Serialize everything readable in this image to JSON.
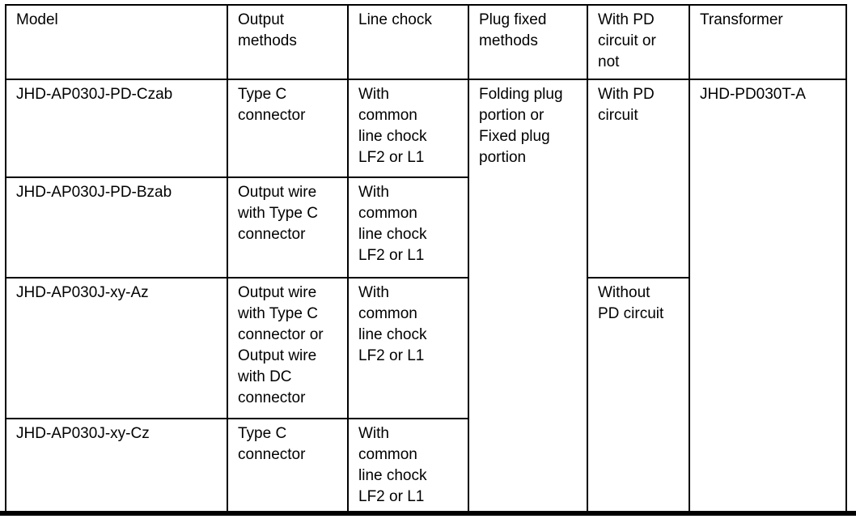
{
  "table": {
    "headers": [
      "Model",
      "Output\nmethods",
      "Line chock",
      "Plug fixed\nmethods",
      "With PD\ncircuit or\nnot",
      "Transformer"
    ],
    "rows": [
      {
        "model": "JHD-AP030J-PD-Czab",
        "output_methods": "Type C\nconnector",
        "line_chock": "With\ncommon\nline chock\nLF2 or L1"
      },
      {
        "model": "JHD-AP030J-PD-Bzab",
        "output_methods": "Output wire\nwith Type C\nconnector",
        "line_chock": "With\ncommon\nline chock\nLF2 or L1"
      },
      {
        "model": "JHD-AP030J-xy-Az",
        "output_methods": "Output wire\nwith Type C\nconnector or\nOutput wire\nwith DC\nconnector",
        "line_chock": "With\ncommon\nline chock\nLF2 or L1"
      },
      {
        "model": "JHD-AP030J-xy-Cz",
        "output_methods": "Type C\nconnector",
        "line_chock": "With\ncommon\nline chock\nLF2 or L1"
      }
    ],
    "merged": {
      "plug_fixed_methods": "Folding plug\nportion or\nFixed plug\nportion",
      "with_pd_circuit": "With PD\ncircuit",
      "without_pd_circuit": "Without\nPD circuit",
      "transformer": "JHD-PD030T-A"
    },
    "colors": {
      "border": "#000000",
      "text": "#000000",
      "background": "#ffffff"
    }
  }
}
